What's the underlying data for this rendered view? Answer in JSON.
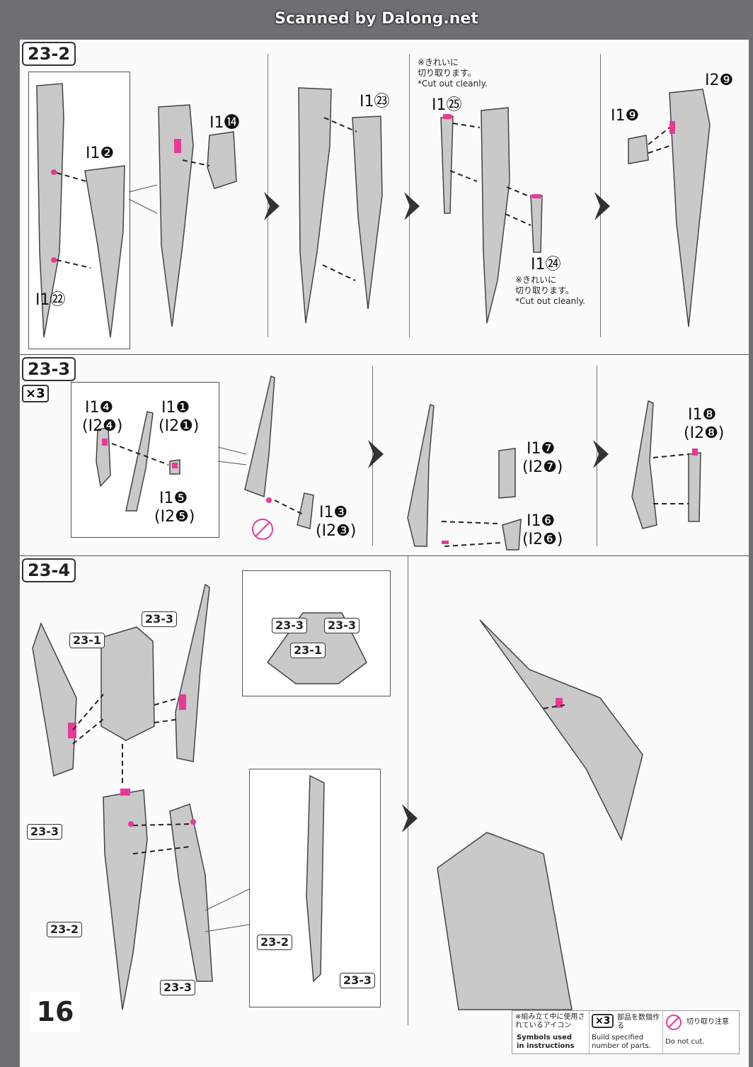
{
  "header": {
    "scan_text": "Scanned by Dalong.net"
  },
  "page_number": "16",
  "sections": {
    "s1": {
      "label": "23-2",
      "parts": {
        "p_i1_2": "I1❷",
        "p_i1_22": "I1㉒",
        "p_i1_14": "I1⓮",
        "p_i1_23": "I1㉓",
        "p_i1_25": "I1㉕",
        "p_i1_24": "I1㉔",
        "p_i1_9": "I1❾",
        "p_i2_9": "I2❾"
      },
      "note_top_jp": "※きれいに",
      "note_top_jp2": "切り取ります。",
      "note_top_en": "*Cut out cleanly.",
      "note_bot_jp": "※きれいに",
      "note_bot_jp2": "切り取ります。",
      "note_bot_en": "*Cut out cleanly."
    },
    "s2": {
      "label": "23-3",
      "multiplier": "×3",
      "parts": {
        "a1": "I1❹",
        "a2": "(I2❹)",
        "b1": "I1❶",
        "b2": "(I2❶)",
        "c1": "I1❺",
        "c2": "(I2❺)",
        "d1": "I1❸",
        "d2": "(I2❸)",
        "e1": "I1❼",
        "e2": "(I2❼)",
        "f1": "I1❻",
        "f2": "(I2❻)",
        "g1": "I1❽",
        "g2": "(I2❽)"
      }
    },
    "s3": {
      "label": "23-4",
      "refs": {
        "r1": "23-3",
        "r2": "23-1",
        "r3": "23-3",
        "r4": "23-3",
        "r5": "23-1",
        "r6": "23-3",
        "r7": "23-2",
        "r8": "23-3",
        "r9": "23-2",
        "r10": "23-3"
      }
    }
  },
  "legend": {
    "c1_jp": "※組み立て中に使用されているアイコン",
    "c1_en1": "Symbols used",
    "c1_en2": "in instructions",
    "c2_icon": "×3",
    "c2_jp": "部品を数個作る",
    "c2_en1": "Build specified",
    "c2_en2": "number of parts.",
    "c3_jp": "切り取り注意",
    "c3_en": "Do not cut."
  },
  "colors": {
    "accent": "#e8399a",
    "part_fill": "#c9c9c9",
    "outline": "#444444"
  }
}
